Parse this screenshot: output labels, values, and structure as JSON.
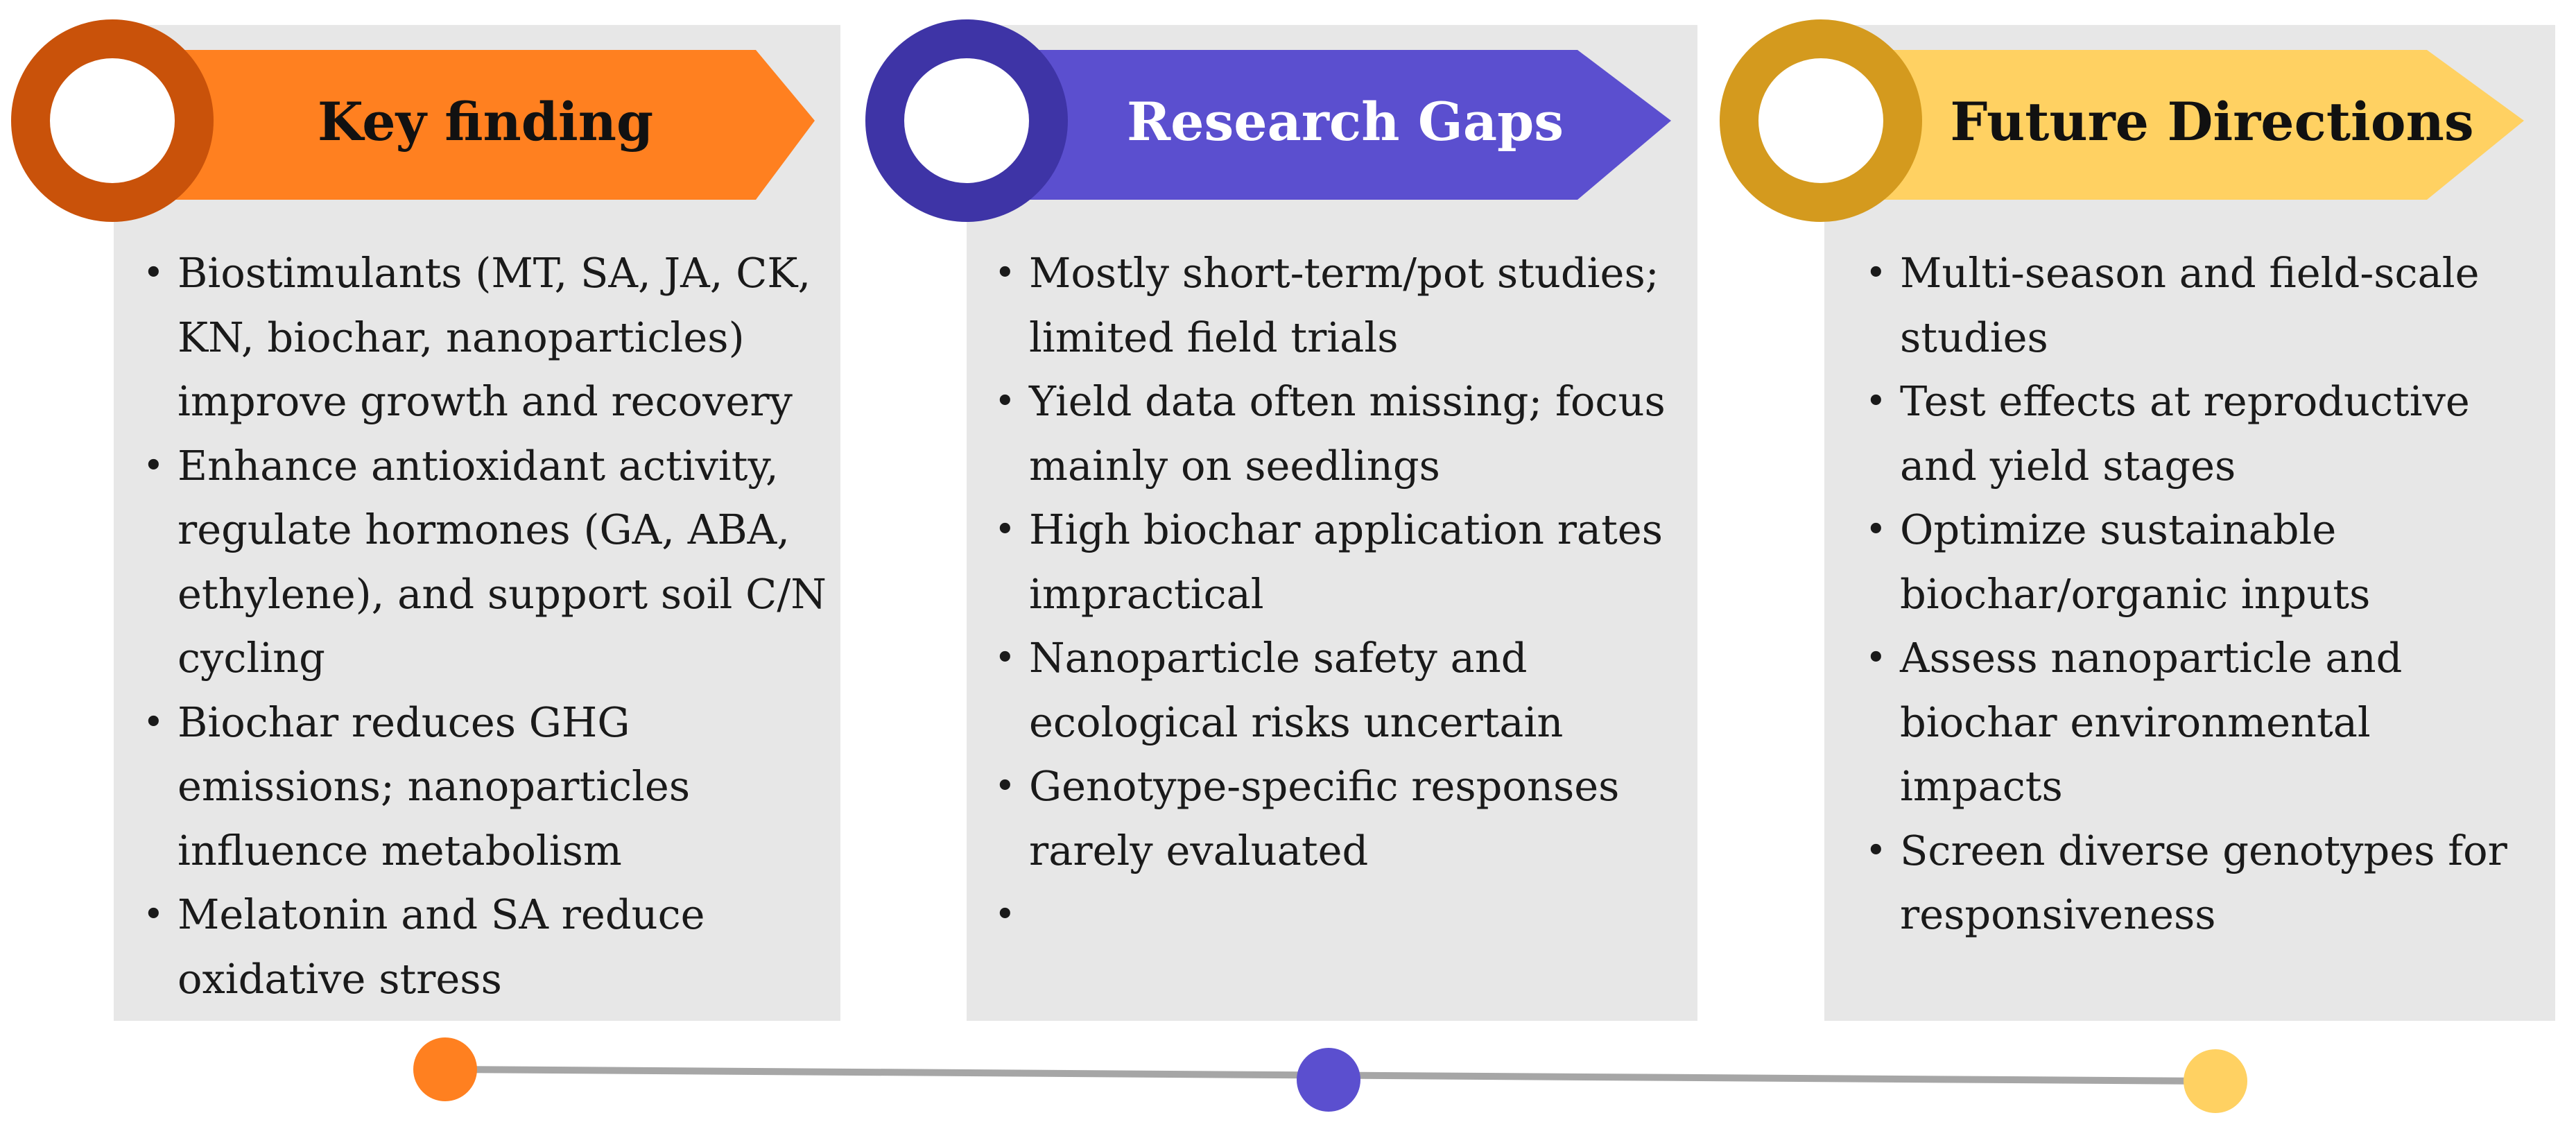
{
  "colors": {
    "orange": "#FF8020",
    "orange_dark": "#C9520A",
    "purple": "#5B4FCF",
    "purple_dark": "#3E34A6",
    "yellow": "#FFD162",
    "yellow_dark": "#D49A1E",
    "panel": "#E7E7E7",
    "line": "#A6A6A6"
  },
  "columns": [
    {
      "title": "Key finding",
      "points": [
        "Biostimulants (MT, SA, JA, CK, KN, biochar, nanoparticles) improve growth and recovery",
        "Enhance antioxidant activity, regulate hormones (GA, ABA, ethylene), and support soil C/N cycling",
        "Biochar reduces GHG emissions; nanoparticles influence metabolism",
        "Melatonin and SA reduce oxidative stress"
      ]
    },
    {
      "title": "Research Gaps",
      "points": [
        "Mostly short-term/pot studies; limited field trials",
        "Yield data often missing; focus mainly on seedlings",
        "High biochar application rates impractical",
        "Nanoparticle safety and ecological risks uncertain",
        "Genotype-specific responses rarely evaluated",
        ""
      ]
    },
    {
      "title": "Future Directions",
      "points": [
        "Multi-season and field-scale studies",
        "Test effects at reproductive and yield stages",
        "Optimize sustainable biochar/organic inputs",
        "Assess nanoparticle and biochar environmental impacts",
        "Screen diverse genotypes for responsiveness"
      ]
    }
  ]
}
